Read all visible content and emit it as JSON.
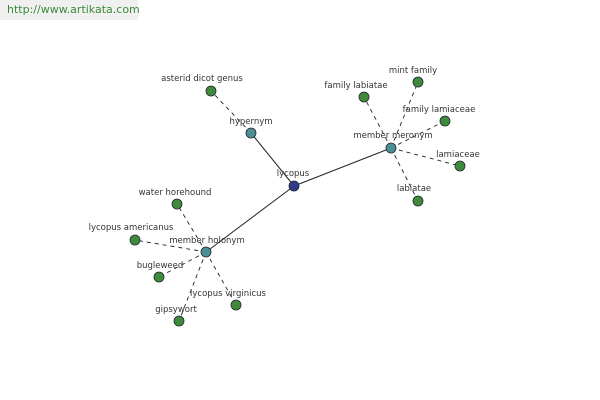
{
  "header": {
    "url": "http://www.artikata.com"
  },
  "colors": {
    "center": "#2f3b8c",
    "relation": "#4d8f94",
    "leaf": "#3f8a3c",
    "edge": "#222222",
    "link": "#3a8a3a"
  },
  "graph": {
    "nodes": [
      {
        "id": "lycopus",
        "label": "lycopus",
        "kind": "center"
      },
      {
        "id": "hypernym",
        "label": "hypernym",
        "kind": "relation"
      },
      {
        "id": "member_meronym",
        "label": "member meronym",
        "kind": "relation"
      },
      {
        "id": "member_holonym",
        "label": "member holonym",
        "kind": "relation"
      },
      {
        "id": "asterid_dicot_genus",
        "label": "asterid dicot genus",
        "kind": "leaf"
      },
      {
        "id": "family_labiatae",
        "label": "family labiatae",
        "kind": "leaf"
      },
      {
        "id": "mint_family",
        "label": "mint family",
        "kind": "leaf"
      },
      {
        "id": "family_lamiaceae",
        "label": "family lamiaceae",
        "kind": "leaf"
      },
      {
        "id": "lamiaceae",
        "label": "lamiaceae",
        "kind": "leaf"
      },
      {
        "id": "labiatae",
        "label": "labiatae",
        "kind": "leaf"
      },
      {
        "id": "water_horehound",
        "label": "water horehound",
        "kind": "leaf"
      },
      {
        "id": "lycopus_americanus",
        "label": "lycopus americanus",
        "kind": "leaf"
      },
      {
        "id": "bugleweed",
        "label": "bugleweed",
        "kind": "leaf"
      },
      {
        "id": "gipsywort",
        "label": "gipsywort",
        "kind": "leaf"
      },
      {
        "id": "lycopus_virginicus",
        "label": "lycopus virginicus",
        "kind": "leaf"
      }
    ],
    "edges": [
      {
        "from": "lycopus",
        "to": "hypernym",
        "style": "solid"
      },
      {
        "from": "lycopus",
        "to": "member_meronym",
        "style": "solid"
      },
      {
        "from": "lycopus",
        "to": "member_holonym",
        "style": "solid"
      },
      {
        "from": "hypernym",
        "to": "asterid_dicot_genus",
        "style": "dashed"
      },
      {
        "from": "member_meronym",
        "to": "family_labiatae",
        "style": "dashed"
      },
      {
        "from": "member_meronym",
        "to": "mint_family",
        "style": "dashed"
      },
      {
        "from": "member_meronym",
        "to": "family_lamiaceae",
        "style": "dashed"
      },
      {
        "from": "member_meronym",
        "to": "lamiaceae",
        "style": "dashed"
      },
      {
        "from": "member_meronym",
        "to": "labiatae",
        "style": "dashed"
      },
      {
        "from": "member_holonym",
        "to": "water_horehound",
        "style": "dashed"
      },
      {
        "from": "member_holonym",
        "to": "lycopus_americanus",
        "style": "dashed"
      },
      {
        "from": "member_holonym",
        "to": "bugleweed",
        "style": "dashed"
      },
      {
        "from": "member_holonym",
        "to": "gipsywort",
        "style": "dashed"
      },
      {
        "from": "member_holonym",
        "to": "lycopus_virginicus",
        "style": "dashed"
      }
    ]
  }
}
